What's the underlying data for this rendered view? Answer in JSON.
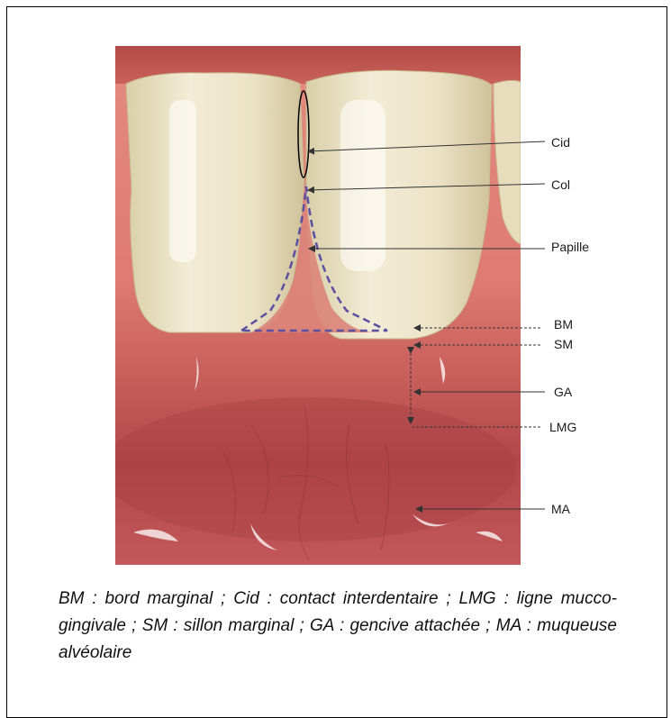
{
  "figure": {
    "labels": {
      "cid": "Cid",
      "col": "Col",
      "papille": "Papille",
      "bm": "BM",
      "sm": "SM",
      "ga": "GA",
      "lmg": "LMG",
      "ma": "MA"
    },
    "caption": "BM : bord marginal ; Cid : contact interdentaire ; LMG : ligne mucco-gingivale ; SM : sillon marginal ; GA : gencive attachée ; MA : muqueuse alvéolaire"
  },
  "colors": {
    "gum": "#d9716a",
    "mucosa": "#a83f3a",
    "tooth": "#efe8cf",
    "papilla_outline": "#5a4fa0",
    "arrow": "#333333"
  }
}
